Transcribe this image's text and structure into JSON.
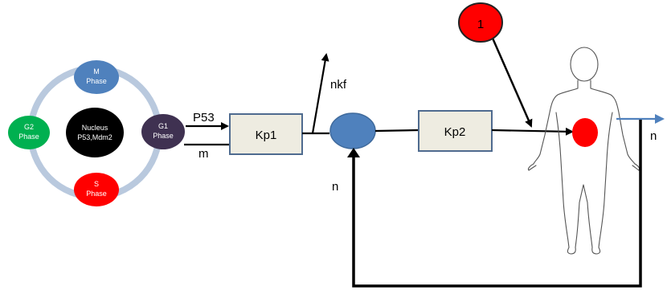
{
  "cycle": {
    "m_phase": {
      "line1": "M",
      "line2": "Phase"
    },
    "g1_phase": {
      "line1": "G1",
      "line2": "Phase"
    },
    "g2_phase": {
      "line1": "G2",
      "line2": "Phase"
    },
    "s_phase": {
      "line1": "S",
      "line2": "Phase"
    },
    "nucleus": {
      "line1": "Nucleus",
      "line2": "P53,Mdm2"
    }
  },
  "labels": {
    "p53": "P53",
    "m": "m",
    "nkf": "nkf",
    "n_feedback": "n",
    "n_output": "n"
  },
  "blocks": {
    "kp1": "Kp1",
    "kp2": "Kp2"
  },
  "disturbance": {
    "value": "1"
  },
  "colors": {
    "m_phase": "#4F81BD",
    "g1_phase": "#3F3151",
    "g2_phase": "#00B050",
    "s_phase": "#FF0000",
    "nucleus": "#000000",
    "ring": "#B9C9DE",
    "block_fill": "#EEECE1",
    "block_stroke": "#4F6B8F",
    "summing_junction": "#4F81BD",
    "tumor": "#FF0000",
    "output_arrow": "#4F81BD"
  }
}
